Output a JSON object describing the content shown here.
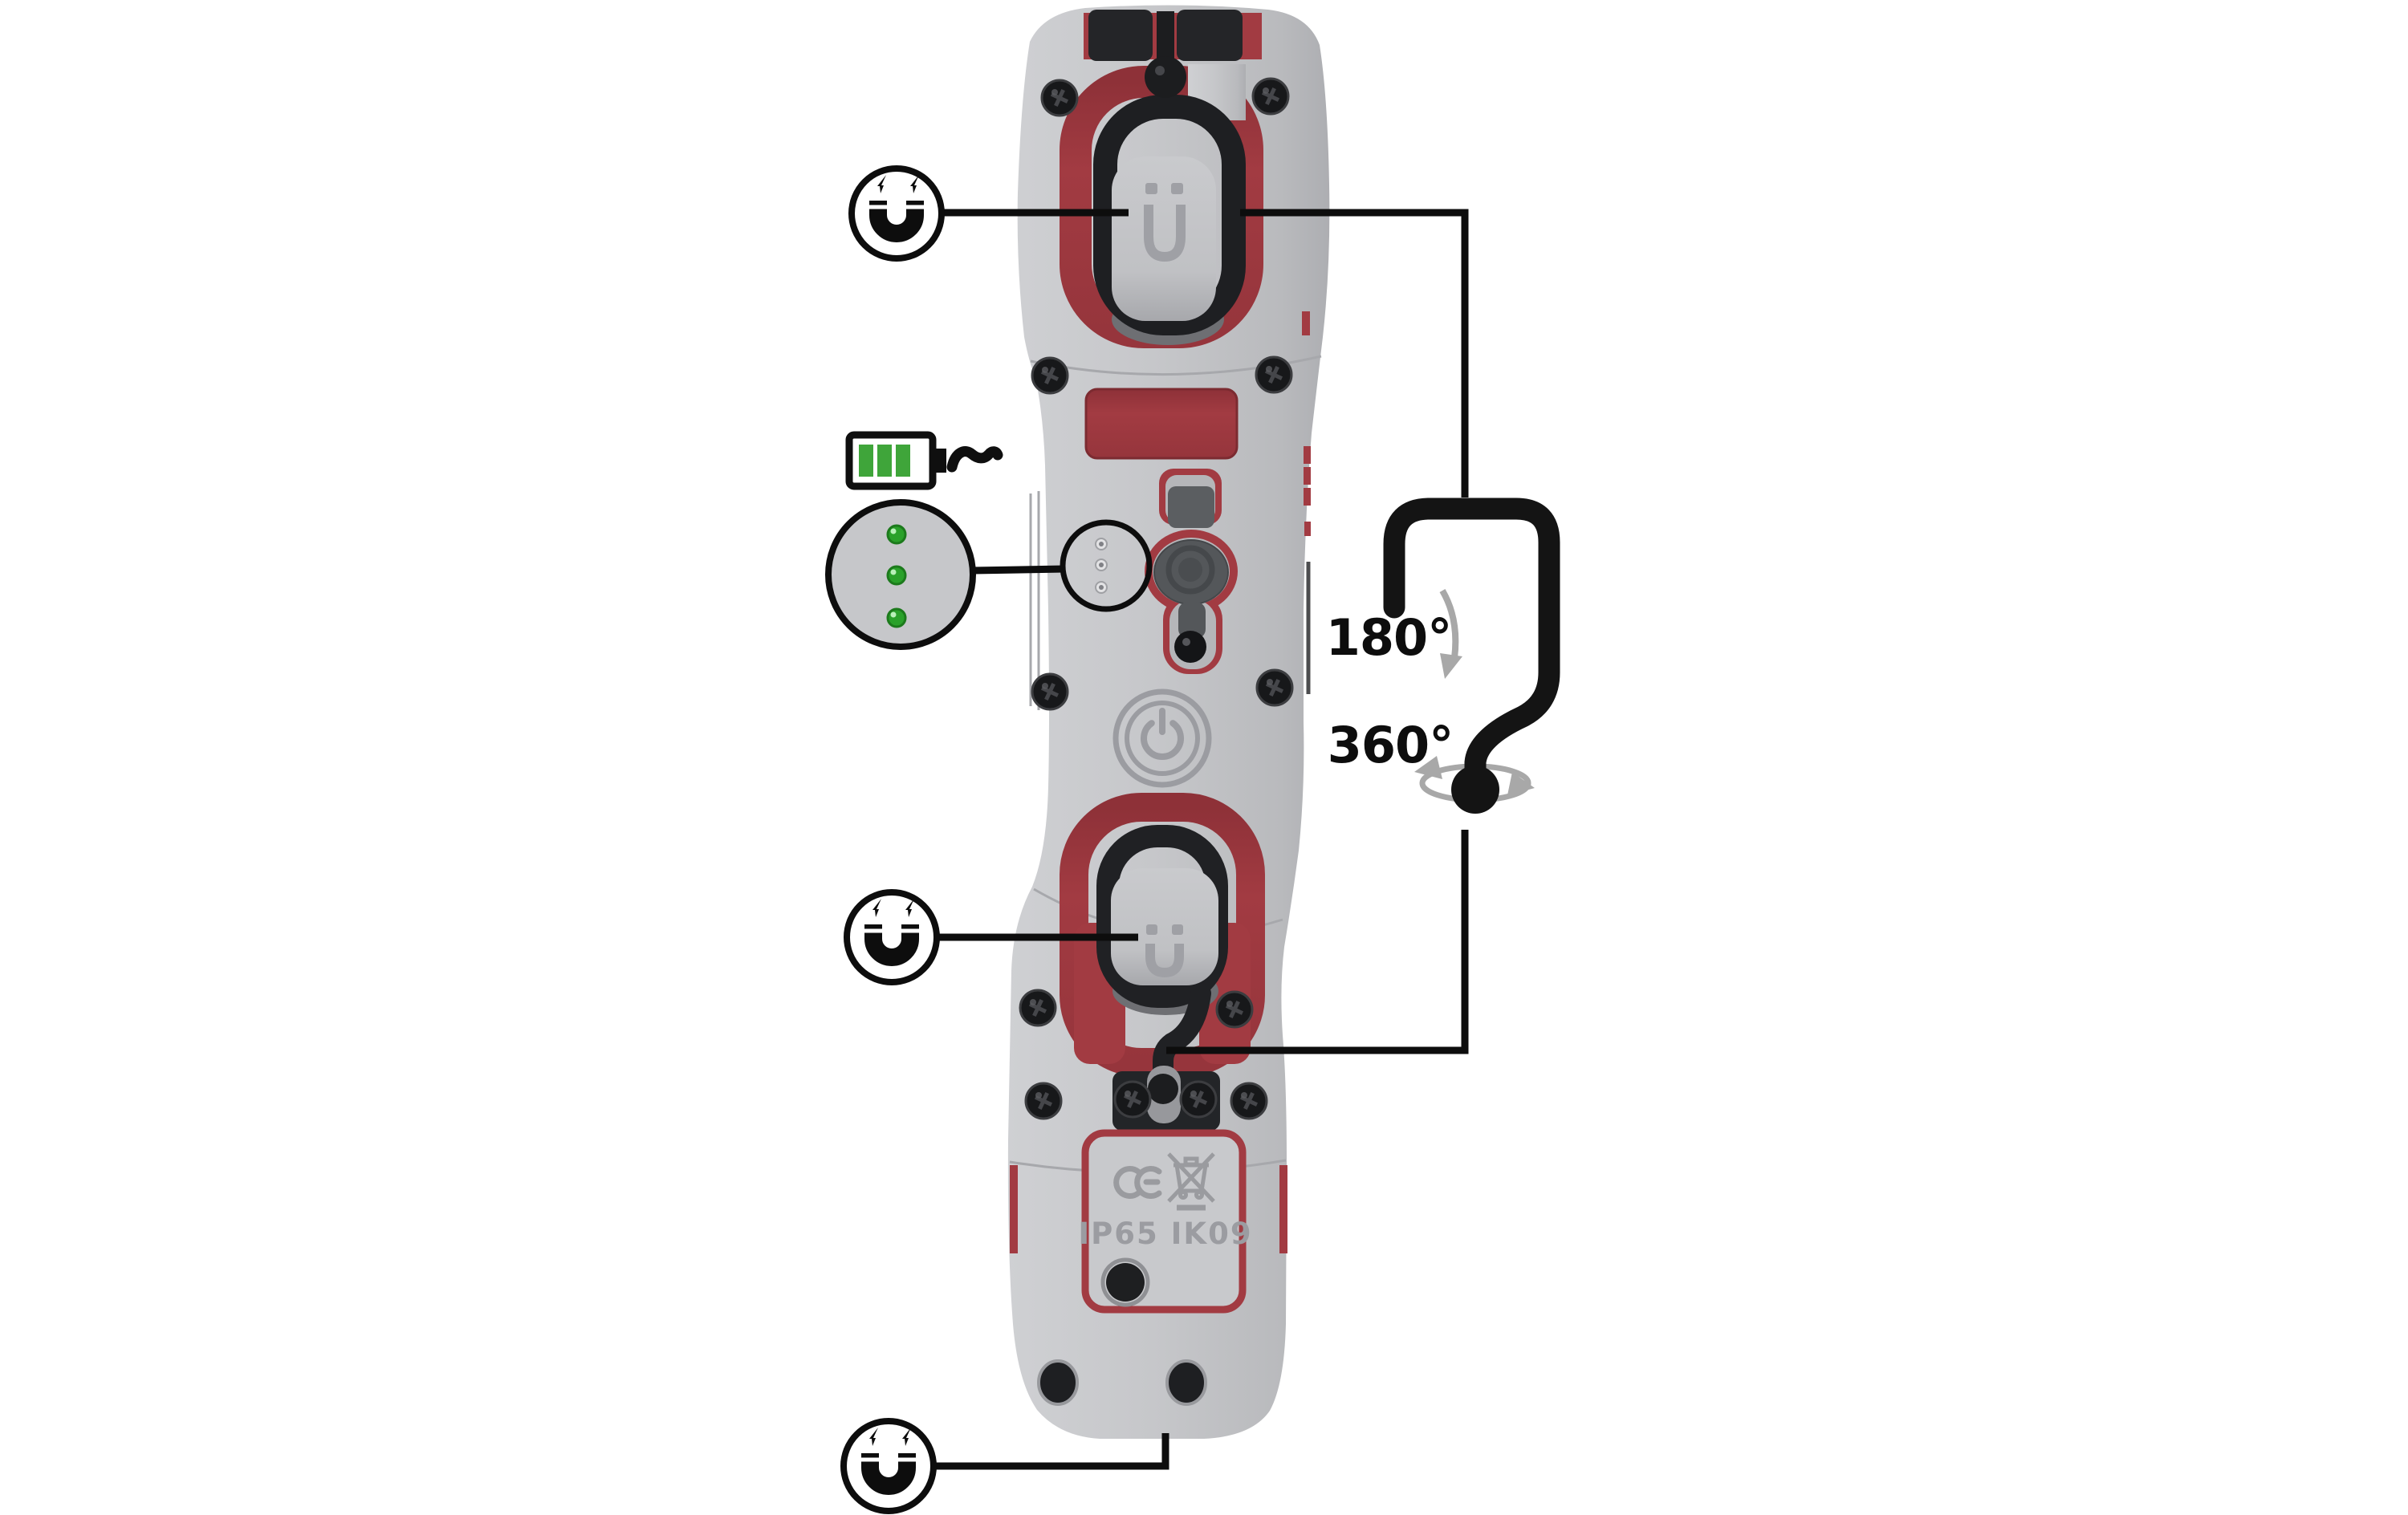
{
  "page": {
    "background_color": "#ffffff"
  },
  "device": {
    "name": "cordless LED work light - rear view",
    "body_color": "#c6c7ca",
    "accent_red": "#a23b42",
    "plastic_black": "#232427",
    "markings": {
      "ip_rating": "IP65 IK09",
      "ce_mark": "CE",
      "weee_icon": "crossed-out-wheelie-bin-icon",
      "brand_glyph": "ü",
      "power_icon": "power-symbol"
    }
  },
  "annotations": {
    "magnet_callouts": {
      "icon": "horseshoe-magnet-lightning-icon",
      "count": 3,
      "positions": [
        "top-hook-magnet-plate",
        "lower-hook-magnet-plate",
        "bottom-base-magnet"
      ]
    },
    "charging_indicator": {
      "icon": "battery-charging-icon",
      "bars": 3,
      "bar_color": "#3fa53a",
      "ac_symbol": "~",
      "led_count": 3,
      "led_color": "#2aa12a"
    },
    "rotation": {
      "icon": "hanging-hook-icon",
      "swivel_label": "180°",
      "spin_label": "360°",
      "arrow_color": "#a8a8a8"
    }
  }
}
